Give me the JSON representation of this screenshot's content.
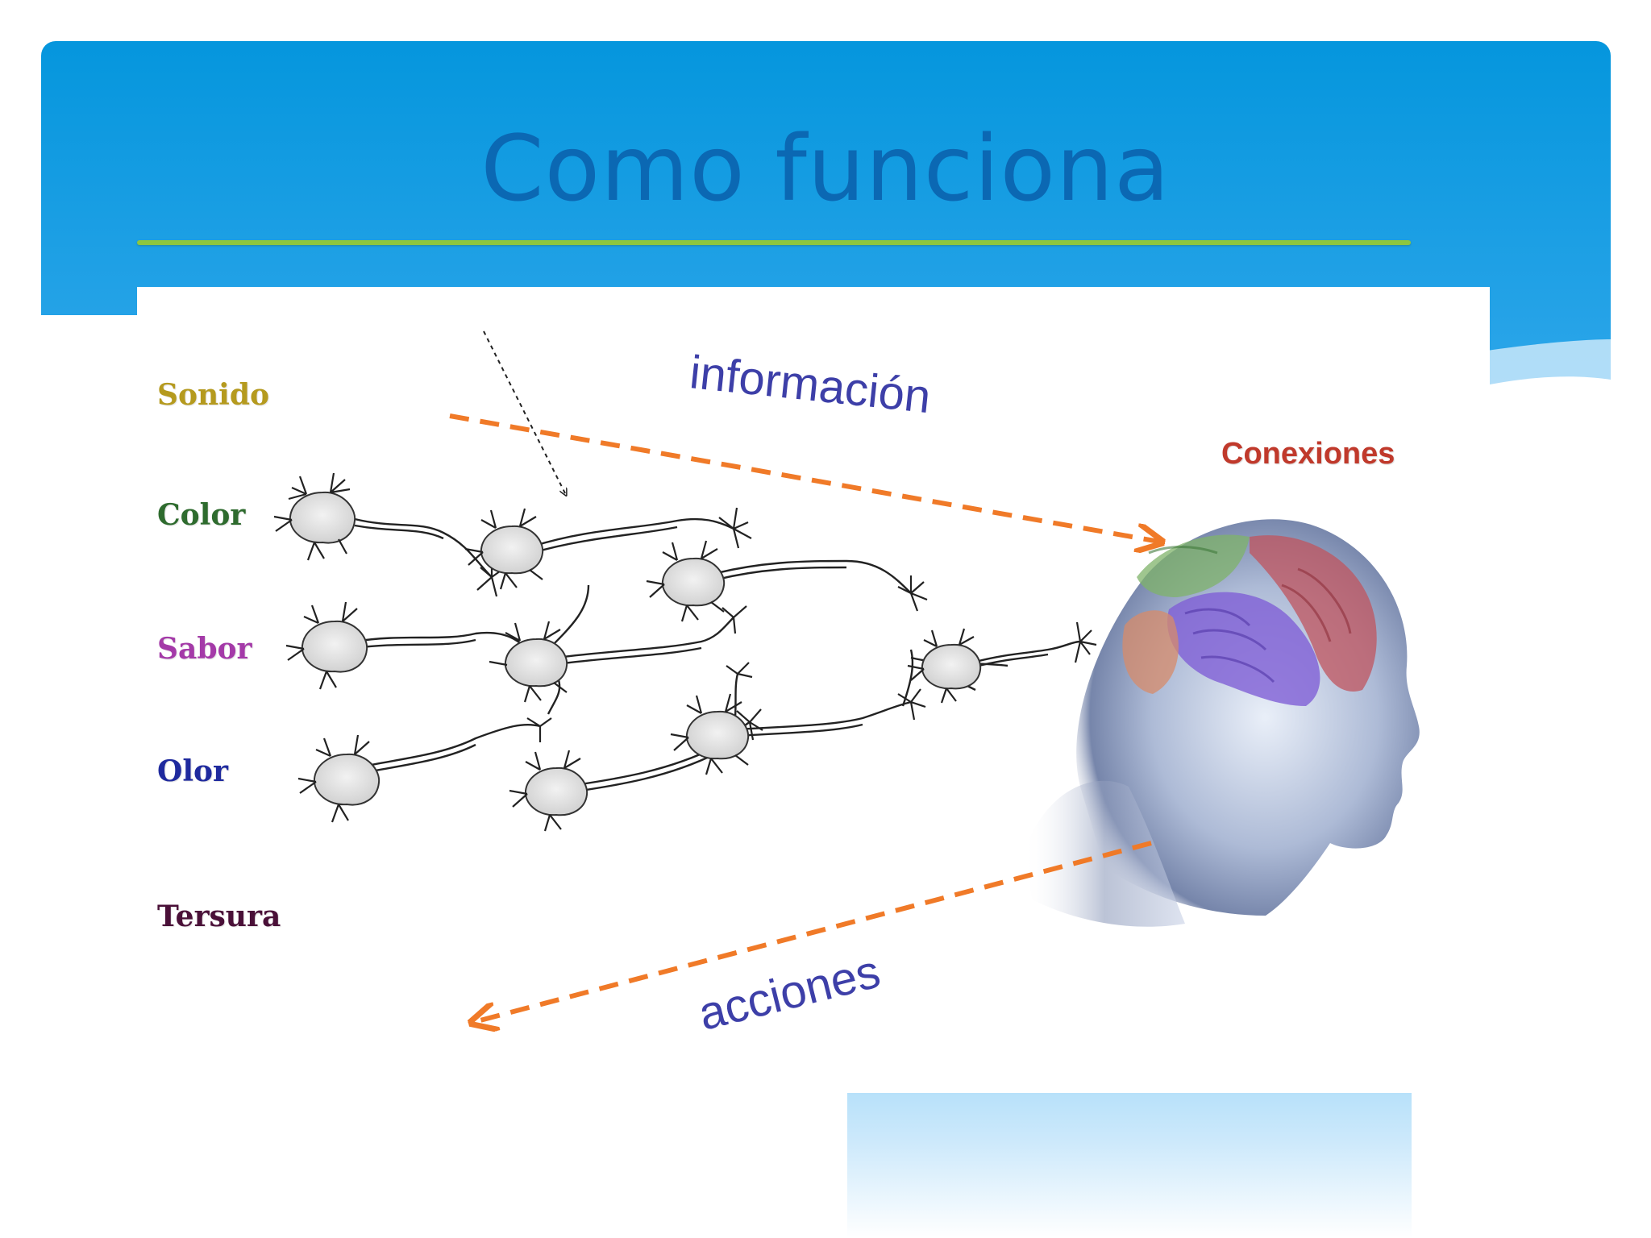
{
  "slide": {
    "title": "Como funciona"
  },
  "diagram": {
    "senses": [
      {
        "label": "Sonido",
        "color": "#b59a1e"
      },
      {
        "label": "Color",
        "color": "#2e6b2e"
      },
      {
        "label": "Sabor",
        "color": "#a43aa8"
      },
      {
        "label": "Olor",
        "color": "#1f2a9e"
      },
      {
        "label": "Tersura",
        "color": "#4a1038"
      }
    ],
    "information_label": "información",
    "actions_label": "acciones",
    "connections_label": "Conexiones",
    "arrow_color": "#f07a28",
    "flow_text_color": "#3d3fa8"
  }
}
